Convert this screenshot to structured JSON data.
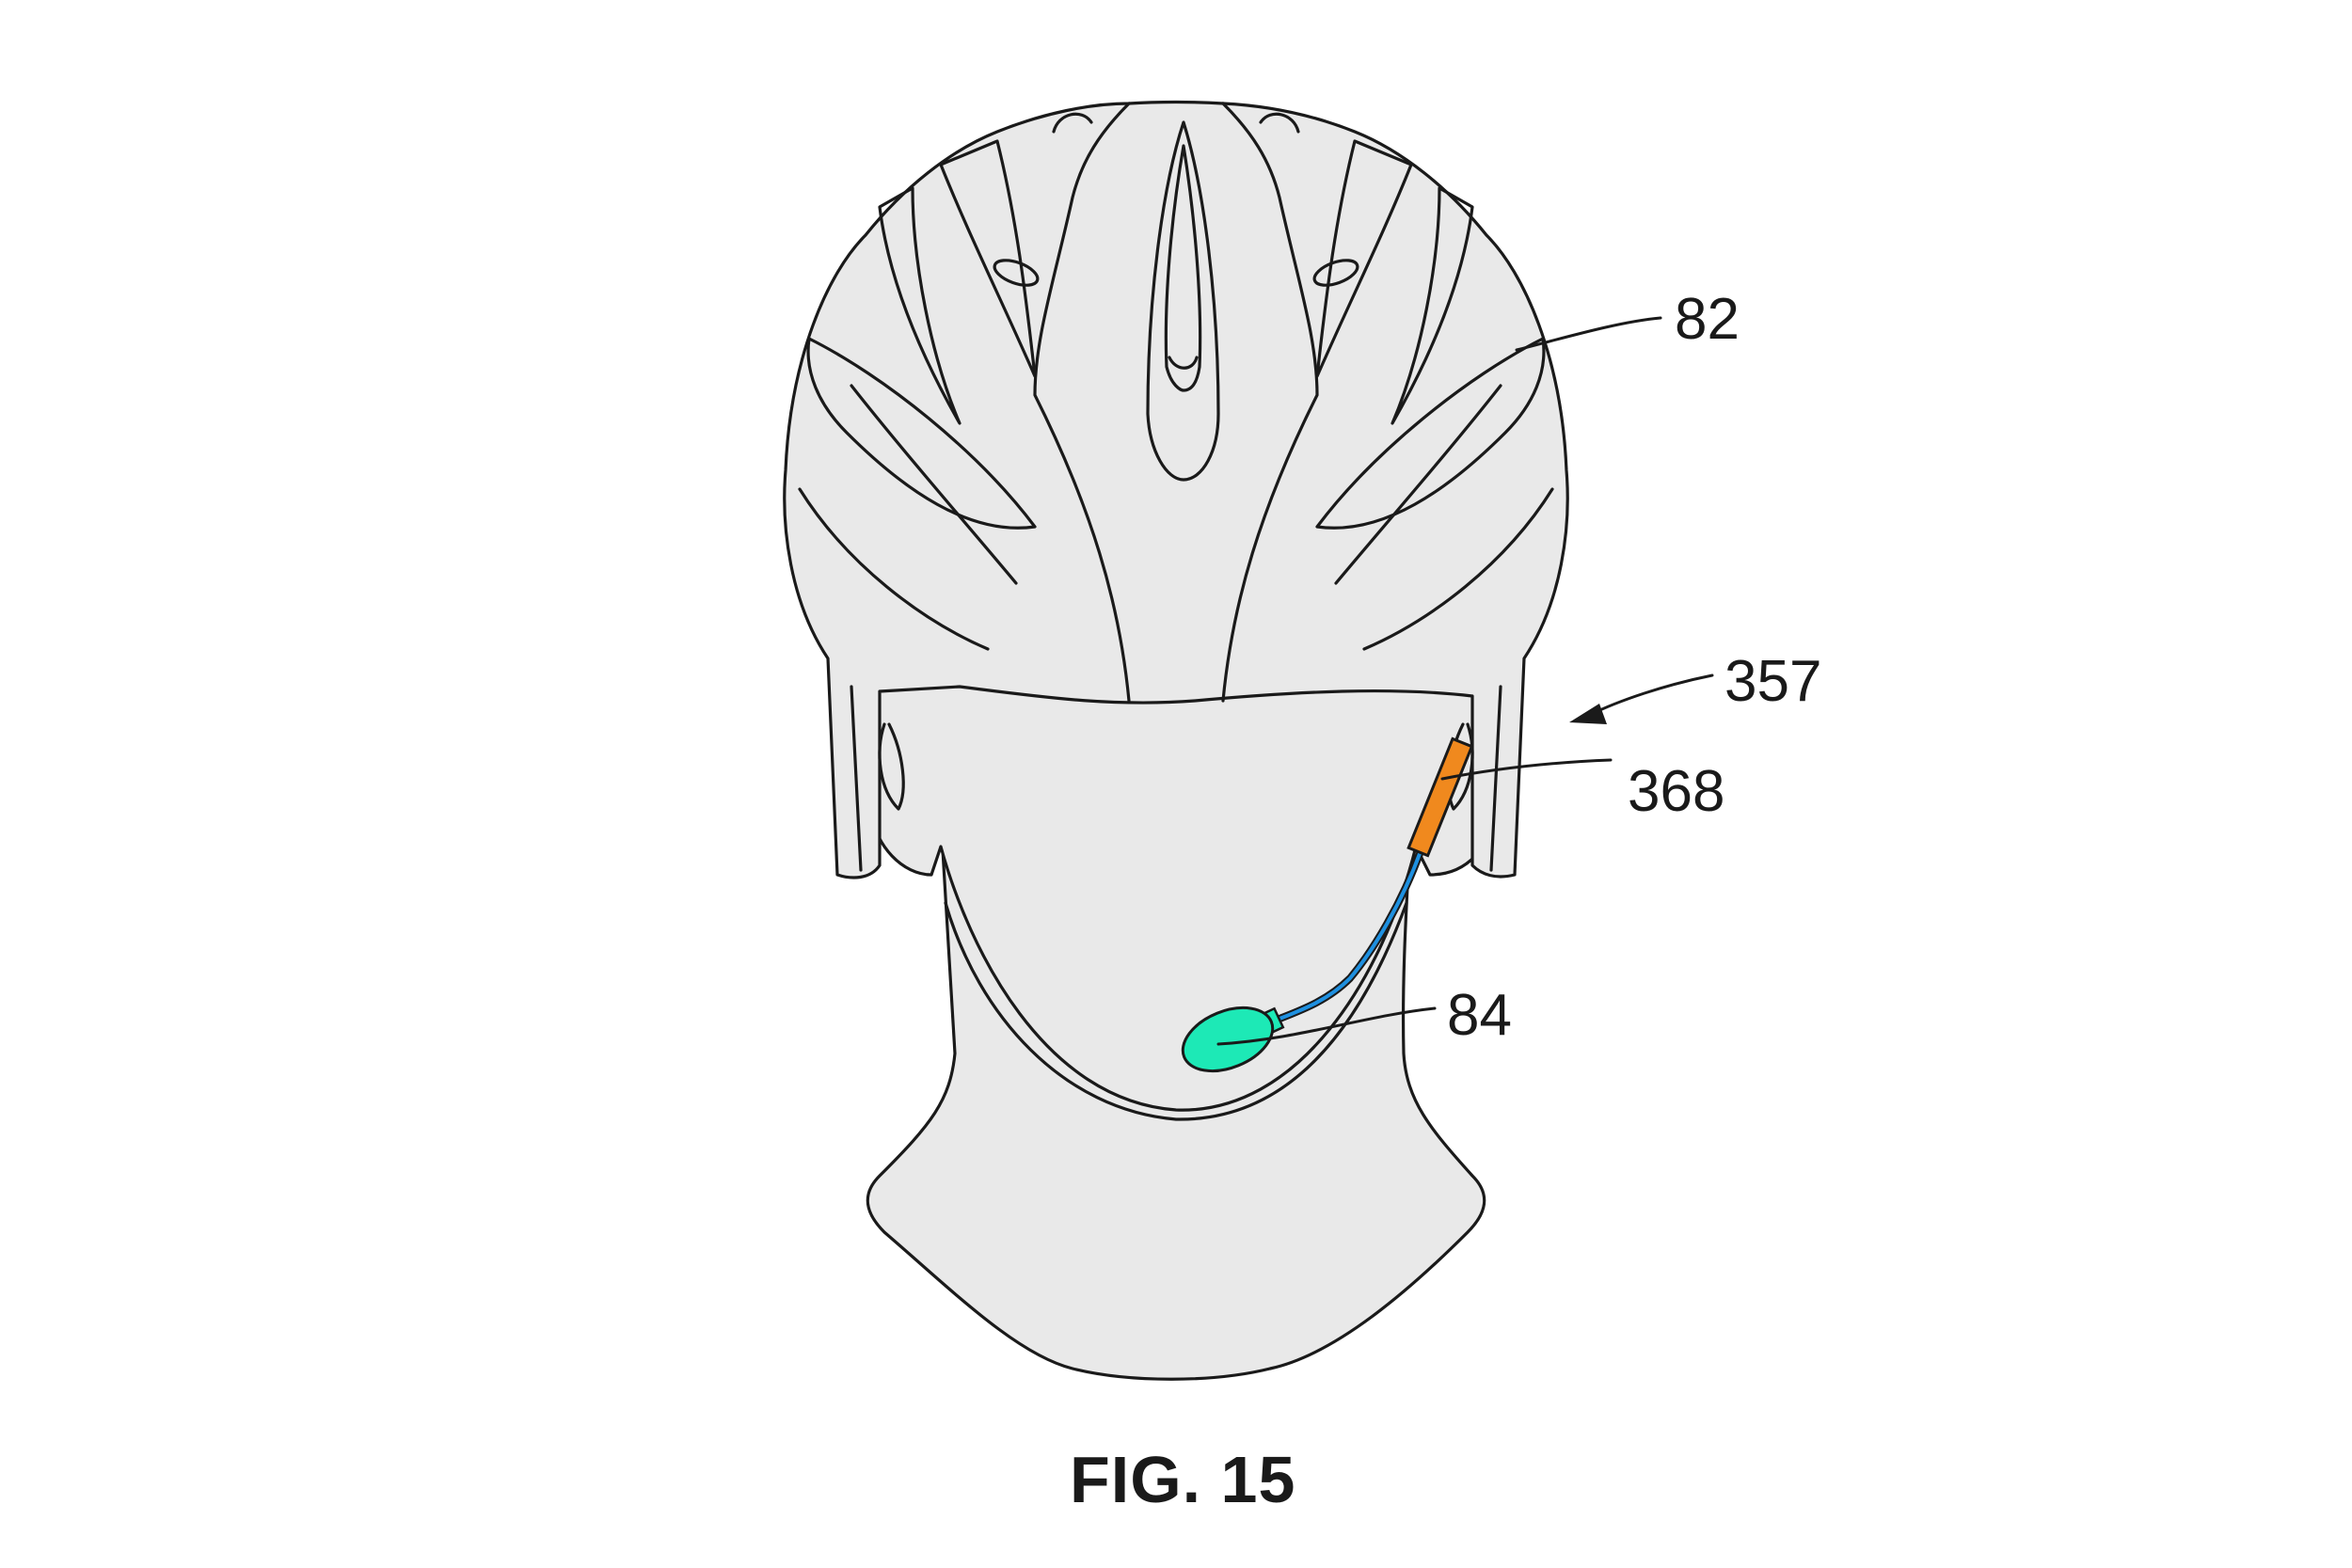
{
  "figure": {
    "caption": "FIG. 15",
    "subject": "helmet-mounted hydration system on head",
    "colors": {
      "background": "#ffffff",
      "fill": "#e9e9e9",
      "line": "#1a1a1a",
      "tube_housing": "#f0891e",
      "tube": "#1e90e0",
      "bite_valve": "#1de9b6"
    }
  },
  "labels": [
    {
      "id": "82",
      "text": "82",
      "refers_to": "helmet"
    },
    {
      "id": "357",
      "text": "357",
      "refers_to": "hydration assembly (arrow)"
    },
    {
      "id": "368",
      "text": "368",
      "refers_to": "tube housing"
    },
    {
      "id": "84",
      "text": "84",
      "refers_to": "bite valve / mouthpiece"
    }
  ]
}
